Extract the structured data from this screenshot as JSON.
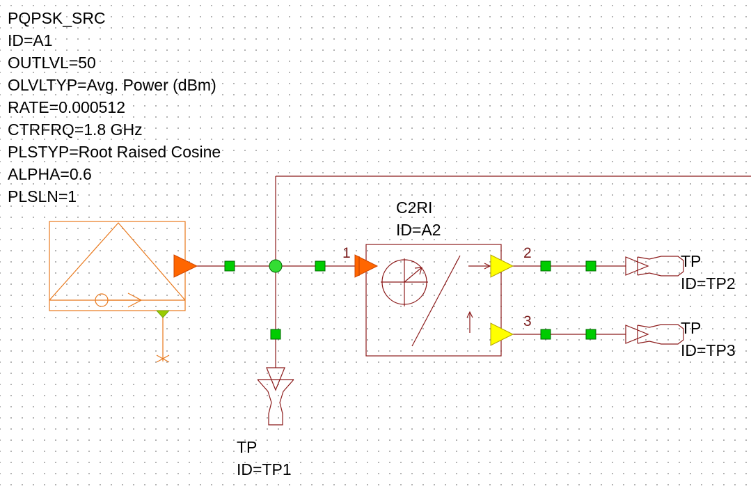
{
  "source": {
    "params": [
      "PQPSK_SRC",
      "ID=A1",
      "OUTLVL=50",
      "OLVLTYP=Avg. Power (dBm)",
      "RATE=0.000512",
      "CTRFRQ=1.8 GHz",
      "PLSTYP=Root Raised Cosine",
      "ALPHA=0.6",
      "PLSLN=1"
    ]
  },
  "converter": {
    "name": "C2RI",
    "id": "ID=A2",
    "pins": [
      "1",
      "2",
      "3"
    ]
  },
  "probes": [
    {
      "name": "TP",
      "id": "ID=TP1"
    },
    {
      "name": "TP",
      "id": "ID=TP2"
    },
    {
      "name": "TP",
      "id": "ID=TP3"
    }
  ],
  "colors": {
    "wire": "#8b1a1a",
    "source": "#e8781c",
    "source_port": "#ff6600",
    "output_port": "#ffff00",
    "node_square": "#00cc00",
    "node_dot": "#33dd33",
    "ground": "#99cc00"
  }
}
